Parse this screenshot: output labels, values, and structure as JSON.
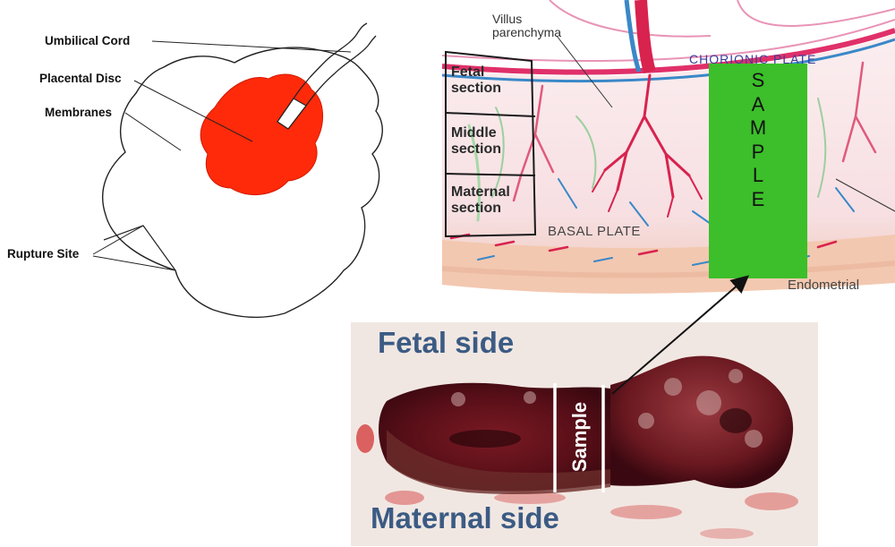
{
  "left_diagram": {
    "umbilical_cord": "Umbilical Cord",
    "placental_disc": "Placental Disc",
    "membranes": "Membranes",
    "rupture_site": "Rupture Site",
    "disc_color": "#ff2a0a"
  },
  "right_diagram": {
    "villus_line1": "Villus",
    "villus_line2": "parenchyma",
    "chorionic_plate": "CHORIONIC PLATE",
    "fetal_section": [
      "Fetal",
      "section"
    ],
    "middle_section": [
      "Middle",
      "section"
    ],
    "maternal_section": [
      "Maternal",
      "section"
    ],
    "basal_plate": "BASAL PLATE",
    "endometrial": "Endometrial",
    "sample_letters": [
      "S",
      "A",
      "M",
      "P",
      "L",
      "E"
    ],
    "sample_color": "#3cbf2a"
  },
  "photo": {
    "fetal_side": "Fetal side",
    "maternal_side": "Maternal side",
    "sample_label": "Sample"
  }
}
